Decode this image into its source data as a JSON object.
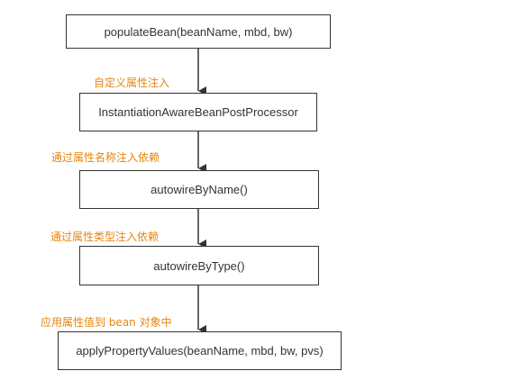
{
  "nodes": [
    {
      "id": "populate",
      "label": "populateBean(beanName, mbd, bw)"
    },
    {
      "id": "iabpp",
      "label": "InstantiationAwareBeanPostProcessor"
    },
    {
      "id": "by_name",
      "label": "autowireByName()"
    },
    {
      "id": "by_type",
      "label": "autowireByType()"
    },
    {
      "id": "apply",
      "label": "applyPropertyValues(beanName, mbd, bw, pvs)"
    }
  ],
  "edges": [
    {
      "from": "populate",
      "to": "iabpp",
      "label": "自定义属性注入"
    },
    {
      "from": "iabpp",
      "to": "by_name",
      "label": "通过属性名称注入依赖"
    },
    {
      "from": "by_name",
      "to": "by_type",
      "label": "通过属性类型注入依赖"
    },
    {
      "from": "by_type",
      "to": "apply",
      "label": "应用属性值到 bean 对象中"
    }
  ],
  "colors": {
    "box_border": "#333333",
    "text": "#333333",
    "edge_label": "#e8850c",
    "arrow": "#333333"
  }
}
